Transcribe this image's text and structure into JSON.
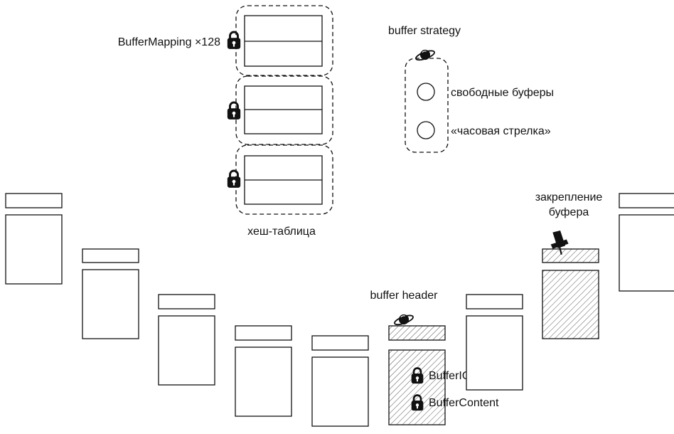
{
  "labels": {
    "buffer_mapping": "BufferMapping ×128",
    "hash_table": "хеш-таблица",
    "buffer_strategy": "buffer strategy",
    "free_buffers": "свободные буферы",
    "clock_hand": "«часовая стрелка»",
    "buffer_header": "buffer header",
    "pinning_line1": "закрепление",
    "pinning_line2": "буфера",
    "buffer_io": "BufferIO",
    "buffer_content": "BufferContent"
  },
  "icons": {
    "lock": "lock-icon",
    "spinlock": "spinlock-icon",
    "pin": "pushpin-icon"
  },
  "colors": {
    "stroke": "#111111",
    "hatch": "#555555",
    "background": "#ffffff"
  }
}
